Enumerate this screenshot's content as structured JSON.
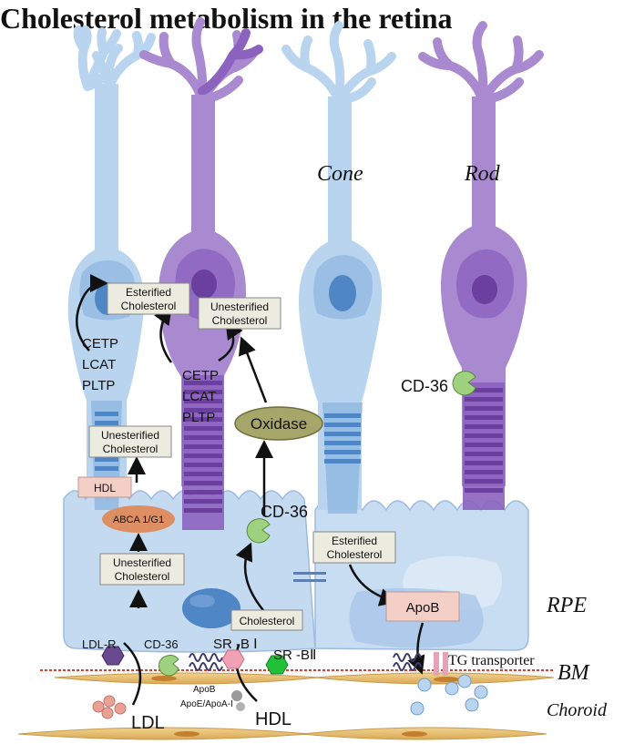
{
  "title": "Cholesterol metabolism in the retina",
  "cell_labels": {
    "cone": "Cone",
    "rod": "Rod"
  },
  "layer_labels": {
    "rpe": "RPE",
    "bm": "BM",
    "choroid": "Choroid"
  },
  "boxes": {
    "esterified_top": [
      "Esterified",
      "Cholesterol"
    ],
    "unesterified_top": [
      "Unesterified",
      "Cholesterol"
    ],
    "unesterified_mid": [
      "Unesterified",
      "Cholesterol"
    ],
    "unesterified_rpe": [
      "Unesterified",
      "Cholesterol"
    ],
    "esterified_rpe": [
      "Esterified",
      "Cholesterol"
    ],
    "hdl_box": "HDL",
    "cholesterol": "Cholesterol",
    "apob": "ApoB"
  },
  "enzymes_left": [
    "CETP",
    "LCAT",
    "PLTP"
  ],
  "enzymes_mid": [
    "CETP",
    "LCAT",
    "PLTP"
  ],
  "oxidase": "Oxidase",
  "abca": "ABCA 1/G1",
  "receptors": {
    "cd36_rod": "CD-36",
    "cd36_rpe": "CD-36",
    "ldlr": "LDL-R",
    "cd36_bm": "CD-36",
    "srb1": "SR -B Ⅰ",
    "srb2": "SR -BⅡ",
    "tg": "TG transporter"
  },
  "lipoproteins": {
    "ldl": "LDL",
    "hdl": "HDL",
    "apob_small": "ApoB",
    "apoe": "ApoE/ApoA-I"
  },
  "colors": {
    "cone_light": "#b9d4ee",
    "cone_mid": "#8fb6e0",
    "cone_dark": "#4f86c6",
    "rod_light": "#a989cf",
    "rod_mid": "#8b63bf",
    "rod_dark": "#6a3f9e",
    "rpe": "#c4daf0",
    "box_fill": "#ecebdf",
    "oxidase": "#a7a66a",
    "abca": "#dd8f63",
    "pink_box": "#f4cfc6",
    "cd36": "#9ed27e",
    "choroid": "#e8c173",
    "red_line": "#e03c2a",
    "green_hex": "#22c13a"
  }
}
